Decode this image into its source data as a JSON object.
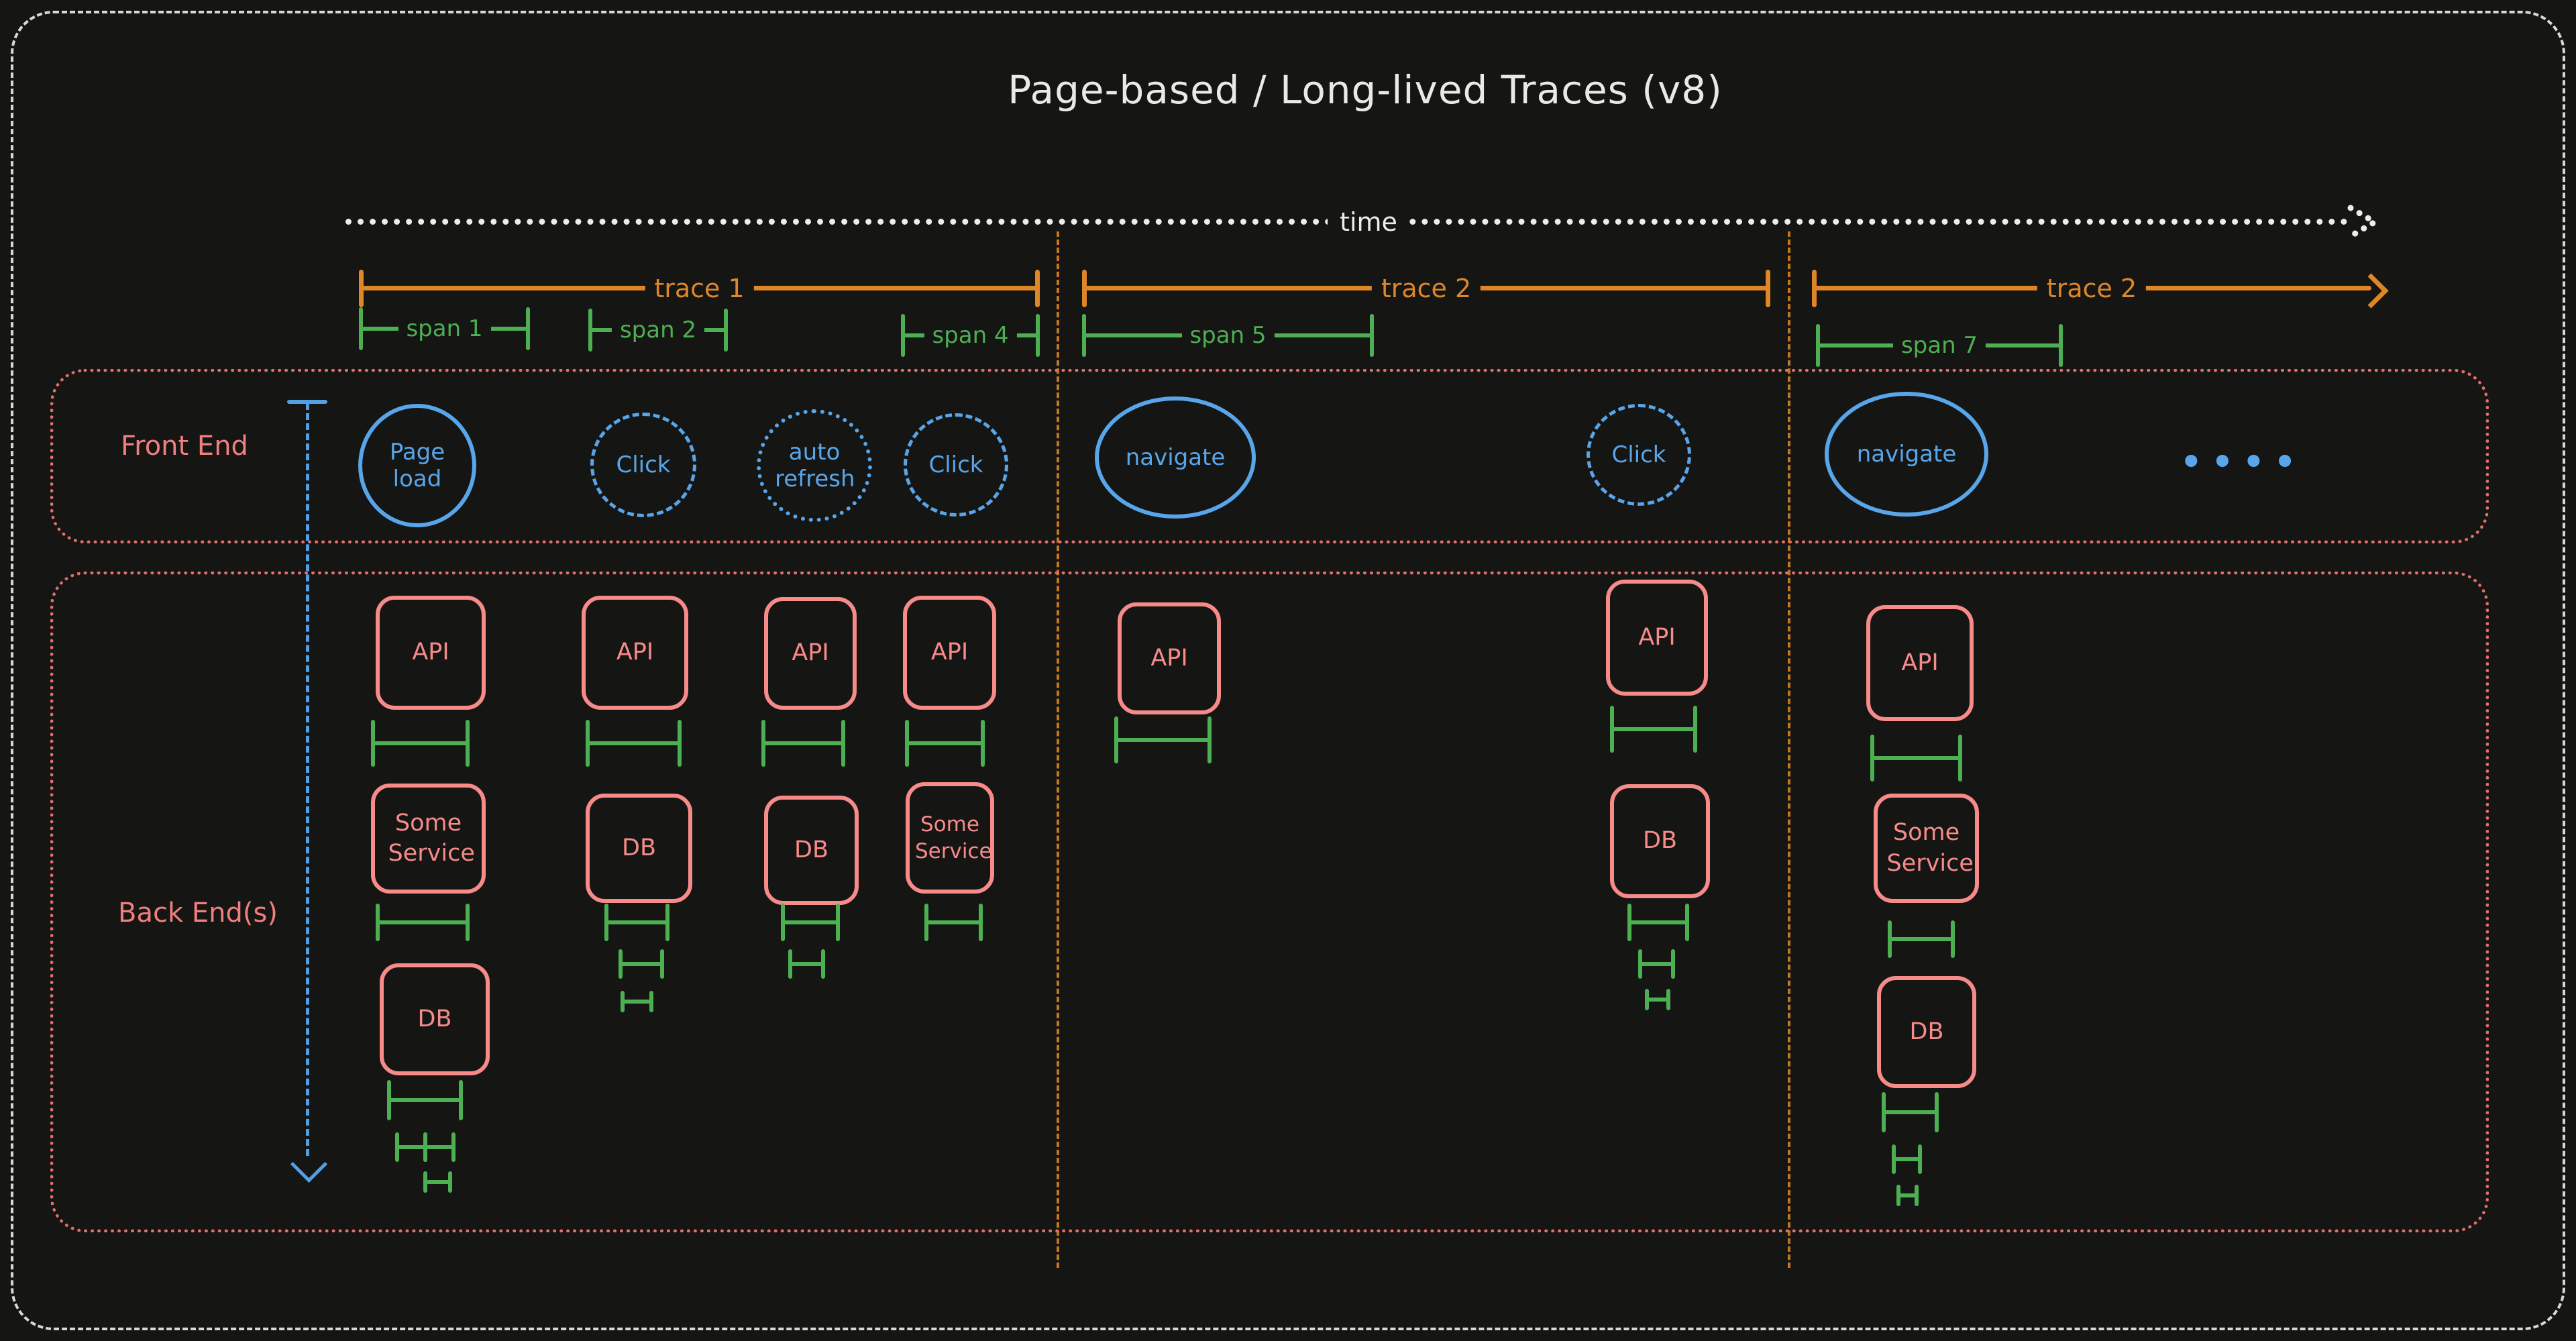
{
  "title": "Page-based / Long-lived Traces (v8)",
  "timeline": {
    "label": "time"
  },
  "traces": [
    {
      "label": "trace 1"
    },
    {
      "label": "trace 2"
    },
    {
      "label": "trace 2"
    }
  ],
  "spans": [
    {
      "label": "span 1"
    },
    {
      "label": "span 2"
    },
    {
      "label": "span 4"
    },
    {
      "label": "span 5"
    },
    {
      "label": "span 7"
    }
  ],
  "frontend": {
    "label": "Front End",
    "events": [
      {
        "label": "Page load",
        "style": "solid"
      },
      {
        "label": "Click",
        "style": "dashed"
      },
      {
        "label": "auto refresh",
        "style": "dotted"
      },
      {
        "label": "Click",
        "style": "dashed"
      },
      {
        "label": "navigate",
        "style": "solid"
      },
      {
        "label": "Click",
        "style": "dashed"
      },
      {
        "label": "navigate",
        "style": "solid"
      }
    ],
    "ellipsis": "••••"
  },
  "backend": {
    "label": "Back End(s)",
    "columns": [
      [
        "API",
        "Some Service",
        "DB"
      ],
      [
        "API",
        "DB"
      ],
      [
        "API",
        "DB"
      ],
      [
        "API",
        "Some Service"
      ],
      [
        "API"
      ],
      [
        "API",
        "DB"
      ],
      [
        "API",
        "Some Service",
        "DB"
      ]
    ]
  },
  "colors": {
    "background": "#151514",
    "ink": "#e9e9e7",
    "orange": "#dd8728",
    "green": "#4cb052",
    "salmon": "#f68b89",
    "blue": "#58a6e9"
  }
}
